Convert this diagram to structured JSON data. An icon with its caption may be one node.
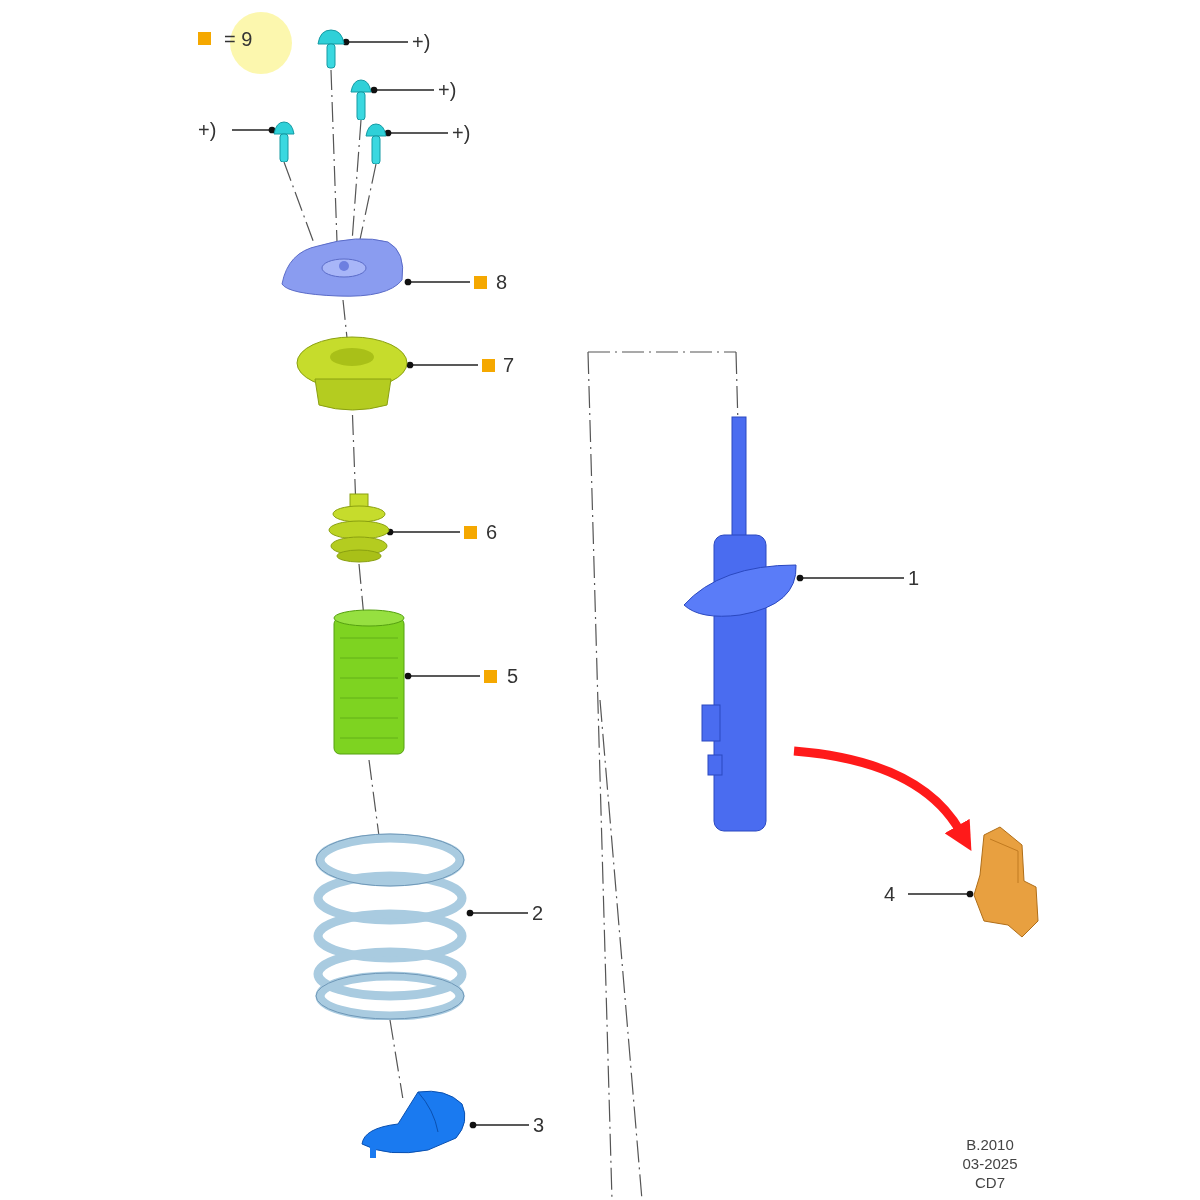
{
  "diagram": {
    "nodes": [
      {
        "text": [
          "+)"
        ]
      },
      {
        "text": [],
        "shape": "picture"
      },
      {
        "text": [
          "+)"
        ]
      },
      {
        "text": [],
        "shape": "picture"
      },
      {
        "text": [
          "+)"
        ]
      },
      {
        "text": [],
        "shape": "picture"
      },
      {
        "text": [],
        "shape": "picture"
      },
      {
        "text": [
          "+)"
        ]
      },
      {
        "text": [],
        "shape": "picture"
      },
      {
        "text": [
          "8"
        ]
      },
      {
        "text": [],
        "shape": "picture"
      },
      {
        "text": [
          "7"
        ]
      },
      {
        "text": [],
        "shape": "picture"
      },
      {
        "text": [
          "6"
        ]
      },
      {
        "text": [],
        "shape": "picture"
      },
      {
        "text": [
          "5"
        ]
      },
      {
        "text": [],
        "shape": "picture"
      },
      {
        "text": [
          "1"
        ]
      },
      {
        "text": [],
        "shape": "picture"
      },
      {
        "text": [
          "2"
        ]
      },
      {
        "text": [],
        "shape": "picture"
      },
      {
        "text": [
          "4"
        ]
      },
      {
        "text": [],
        "shape": "picture"
      },
      {
        "text": [
          "3"
        ]
      }
    ],
    "edges": [
      {
        "from": 0,
        "to": 1,
        "arrow": "other"
      },
      {
        "from": 2,
        "to": 3,
        "arrow": "other"
      },
      {
        "from": 4,
        "to": 5,
        "arrow": "other"
      },
      {
        "from": 7,
        "to": 6,
        "arrow": "other"
      },
      {
        "from": 9,
        "to": 8,
        "arrow": "other"
      },
      {
        "from": 11,
        "to": 10,
        "arrow": "other"
      },
      {
        "from": 13,
        "to": 12,
        "arrow": "other"
      },
      {
        "from": 15,
        "to": 14,
        "arrow": "other"
      },
      {
        "from": 17,
        "to": 16,
        "arrow": "other"
      },
      {
        "from": 19,
        "to": 18,
        "arrow": "other"
      },
      {
        "from": 21,
        "to": 20,
        "arrow": "other"
      },
      {
        "from": 23,
        "to": 22,
        "arrow": "other"
      },
      {
        "from": 16,
        "to": 20,
        "arrow": "to",
        "style": "thick",
        "color": "#ff1a1a"
      },
      {
        "from": 1,
        "to": 8,
        "arrow": "none",
        "style": "dashed"
      },
      {
        "from": 3,
        "to": 8,
        "arrow": "none",
        "style": "dashed"
      },
      {
        "from": 5,
        "to": 8,
        "arrow": "none",
        "style": "dashed"
      },
      {
        "from": 6,
        "to": 8,
        "arrow": "none",
        "style": "dashed"
      },
      {
        "from": 8,
        "to": 10,
        "arrow": "none",
        "style": "dashed"
      },
      {
        "from": 10,
        "to": 12,
        "arrow": "none",
        "style": "dashed"
      },
      {
        "from": 12,
        "to": 14,
        "arrow": "none",
        "style": "dashed"
      },
      {
        "from": 14,
        "to": 18,
        "arrow": "none",
        "style": "dashed"
      },
      {
        "from": 18,
        "to": 22,
        "arrow": "none",
        "style": "dashed"
      }
    ],
    "labels": [
      "B.2010",
      "03-2025",
      "CD7"
    ],
    "legend": [
      {
        "text": "= 9",
        "color": "#f5a800"
      }
    ]
  }
}
